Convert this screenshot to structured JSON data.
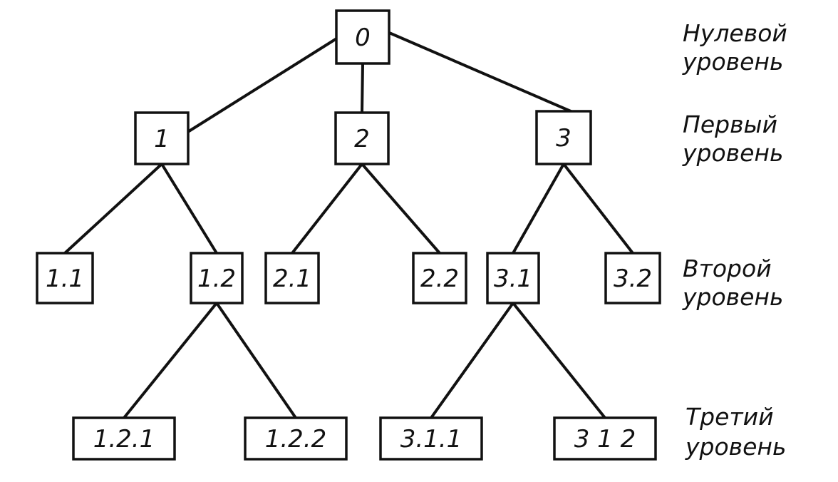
{
  "diagram": {
    "type": "tree",
    "ink_color": "#111111",
    "background": "#ffffff",
    "nodes": [
      {
        "id": "0",
        "label": "0"
      },
      {
        "id": "1",
        "label": "1"
      },
      {
        "id": "2",
        "label": "2"
      },
      {
        "id": "3",
        "label": "3"
      },
      {
        "id": "1.1",
        "label": "1.1"
      },
      {
        "id": "1.2",
        "label": "1.2"
      },
      {
        "id": "2.1",
        "label": "2.1"
      },
      {
        "id": "2.2",
        "label": "2.2"
      },
      {
        "id": "3.1",
        "label": "3.1"
      },
      {
        "id": "3.2",
        "label": "3.2"
      },
      {
        "id": "1.2.1",
        "label": "1.2.1"
      },
      {
        "id": "1.2.2",
        "label": "1.2.2"
      },
      {
        "id": "3.1.1",
        "label": "3.1.1"
      },
      {
        "id": "3.1.2",
        "label": "3 1 2"
      }
    ],
    "edges": [
      [
        "0",
        "1"
      ],
      [
        "0",
        "2"
      ],
      [
        "0",
        "3"
      ],
      [
        "1",
        "1.1"
      ],
      [
        "1",
        "1.2"
      ],
      [
        "2",
        "2.1"
      ],
      [
        "2",
        "2.2"
      ],
      [
        "3",
        "3.1"
      ],
      [
        "3",
        "3.2"
      ],
      [
        "1.2",
        "1.2.1"
      ],
      [
        "1.2",
        "1.2.2"
      ],
      [
        "3.1",
        "3.1.1"
      ],
      [
        "3.1",
        "3.1.2"
      ]
    ],
    "levels": [
      {
        "line1": "Нулевой",
        "line2": "уровень"
      },
      {
        "line1": "Первый",
        "line2": "уровень"
      },
      {
        "line1": "Второй",
        "line2": "уровень"
      },
      {
        "line1": "Третий",
        "line2": "уровень"
      }
    ]
  }
}
